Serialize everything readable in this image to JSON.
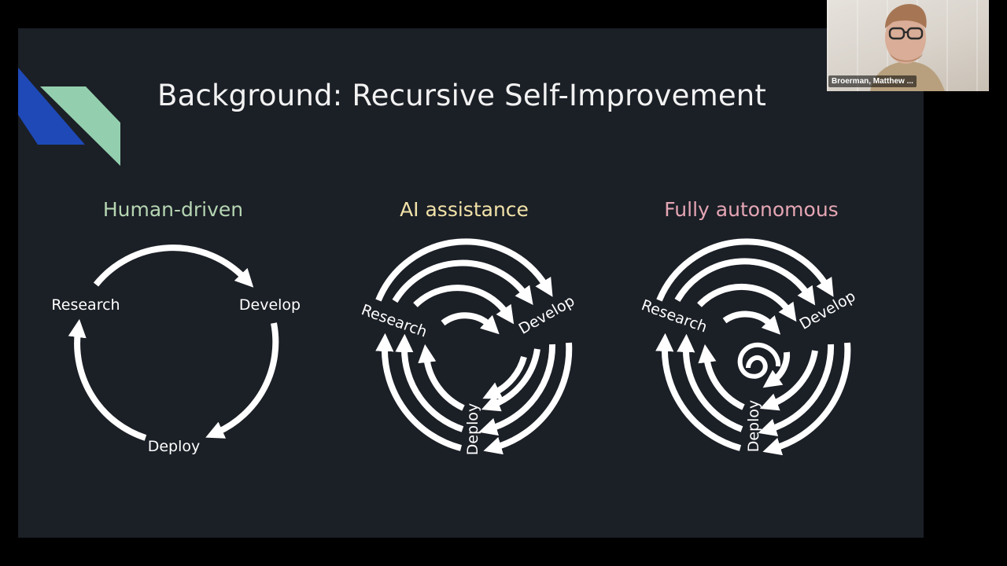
{
  "slide": {
    "title": "Background: Recursive Self-Improvement",
    "columns": [
      {
        "title": "Human-driven",
        "title_color": "#b5d6b2"
      },
      {
        "title": "AI assistance",
        "title_color": "#f1e2a8"
      },
      {
        "title": "Fully autonomous",
        "title_color": "#e5a6b4"
      }
    ],
    "labels": {
      "research": "Research",
      "develop": "Develop",
      "deploy": "Deploy"
    },
    "accent_colors": {
      "blue": "#1e49b7",
      "green": "#93cfae"
    }
  },
  "video": {
    "participant_name": "Broerman, Matthew ..."
  }
}
